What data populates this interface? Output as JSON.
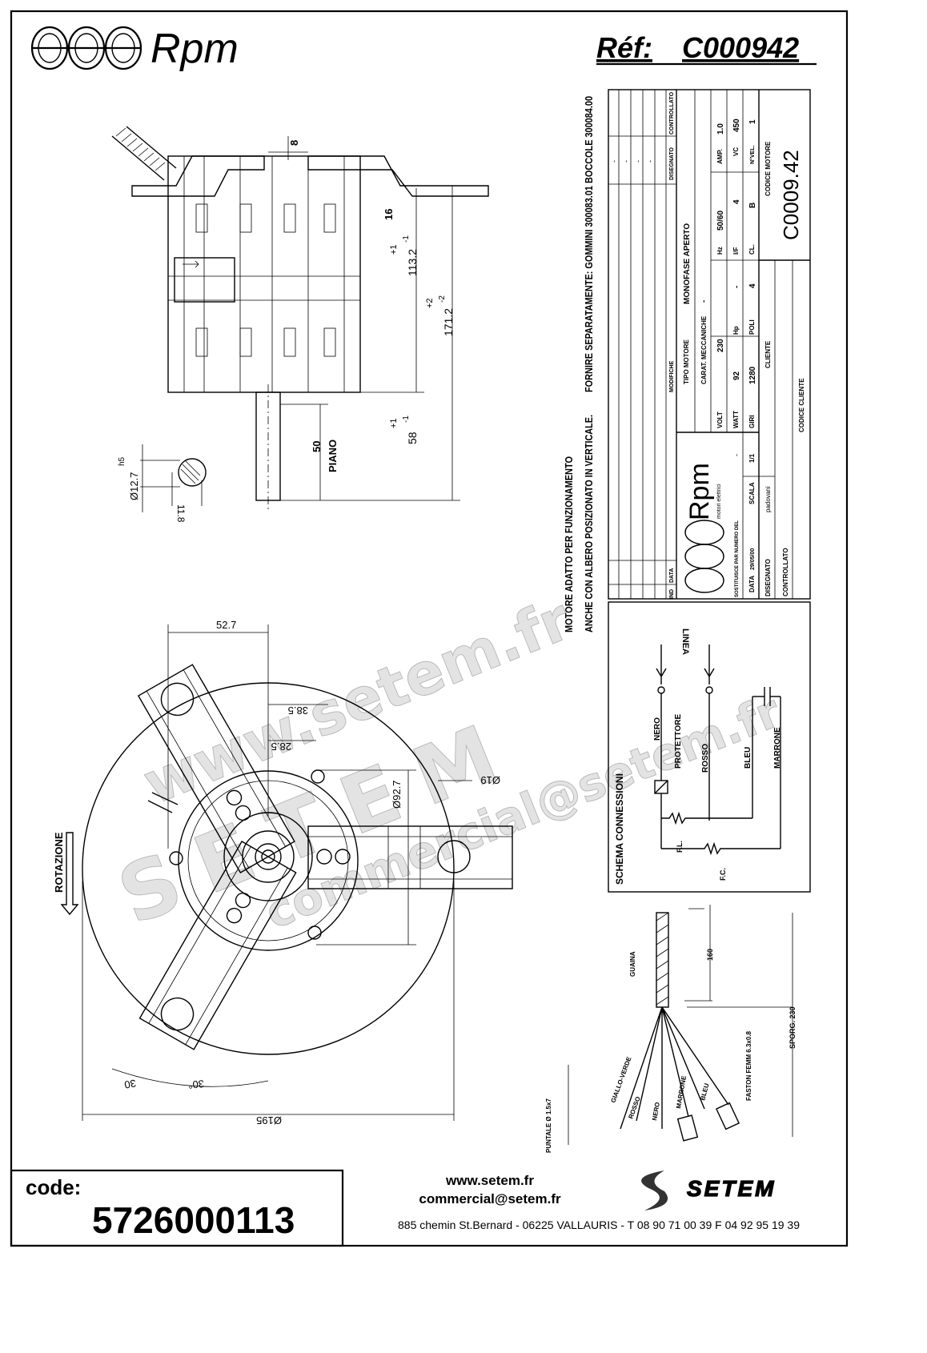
{
  "header": {
    "brand": "Rpm",
    "ref_label": "Réf:",
    "ref_value": "C000942"
  },
  "watermark": {
    "url": "www.setem.fr",
    "name": "SETEM",
    "email": "commercial@setem.fr"
  },
  "side_view": {
    "dim_8": "8",
    "dim_16": "16",
    "dim_113": "113.2",
    "tol_113_plus": "+1",
    "tol_113_minus": "-1",
    "dim_171": "171.2",
    "tol_171_plus": "+2",
    "tol_171_minus": "-2",
    "dim_58": "58",
    "tol_58_plus": "+1",
    "tol_58_minus": "-1",
    "dim_50": "50",
    "piano": "PIANO",
    "h5": "h5",
    "shaft_dia": "Ø12.7",
    "flat": "11.8"
  },
  "front_view": {
    "dim_52": "52.7",
    "dim_38": "38.5",
    "dim_28": "28.5",
    "dia_92": "Ø92.7",
    "dia_19": "Ø19",
    "rotation": "ROTAZIONE",
    "dim_30": "30",
    "angle_30": "30°",
    "dia_195": "Ø195"
  },
  "notes": {
    "line1": "MOTORE ADATTO PER FUNZIONAMENTO",
    "line2": "ANCHE CON ALBERO POSIZIONATO IN VERTICALE.",
    "line3": "FORNIRE SEPARATAMENTE: GOMMINI 300083.01 BOCCOLE 300084.00"
  },
  "title_block": {
    "ind": "IND",
    "data_col": "DATA",
    "modifiche": "MODIFICHE",
    "disegnato_col": "DISEGNATO",
    "controllato_col": "CONTROLLATO",
    "dash": "-",
    "tipo_motore_label": "TIPO MOTORE",
    "tipo_motore": "MONOFASE APERTO",
    "carat_label": "CARAT. MECCANICHE",
    "carat": "-",
    "volt_label": "VOLT",
    "volt": "230",
    "hz_label": "Hz",
    "hz": "50/60",
    "amp_label": "AMP.",
    "amp": "1.0",
    "watt_label": "WATT",
    "watt": "92",
    "hp_label": "Hp",
    "hp": "-",
    "if_label": "I/F",
    "if": "4",
    "vc_label": "VC",
    "vc": "450",
    "giri_label": "GIRI",
    "giri": "1280",
    "poli_label": "POLI",
    "poli": "4",
    "cl_label": "CL.",
    "cl": "B",
    "nvel_label": "N°VEL.",
    "nvel": "1",
    "cliente_label": "CLIENTE",
    "codice_motore_label": "CODICE MOTORE",
    "codice_motore": "C0009.42",
    "codice_cliente_label": "CODICE CLIENTE",
    "logo_text": "Rpm",
    "logo_sub": "motori elettrici",
    "sostituisce_label": "SOSTITUISCE PAR NUMERO DEL",
    "sostituisce": "-",
    "data_label": "DATA",
    "data": "29/05/00",
    "scala_label": "SCALA",
    "scala": "1/1",
    "disegnato_label": "DISEGNATO",
    "disegnato": "padovani",
    "controllato_label": "CONTROLLATO"
  },
  "schema": {
    "title": "SCHEMA CONNESSIONI",
    "linea": "LINEA",
    "nero": "NERO",
    "protettore": "PROTETTORE",
    "rosso": "ROSSO",
    "bleu": "BLEU",
    "marrone": "MARRONE",
    "fl": "F.L.",
    "fc": "F.C."
  },
  "cable": {
    "guaina": "GUAINA",
    "len_160": "160",
    "giallo_verde": "GIALLO-VERDE",
    "rosso": "ROSSO",
    "nero": "NERO",
    "marrone": "MARRONE",
    "bleu": "BLEU",
    "faston": "FASTON FEMM 6.3x0.8",
    "sporg": "SPORG. 230",
    "puntale": "PUNTALE Ø 1.5x7"
  },
  "footer": {
    "code_label": "code:",
    "code": "5726000113",
    "web": "www.setem.fr",
    "email": "commercial@setem.fr",
    "address": "885 chemin St.Bernard  -  06225 VALLAURIS  -  T 08 90 71 00 39  F 04 92 95 19 39",
    "brand": "SETEM"
  }
}
